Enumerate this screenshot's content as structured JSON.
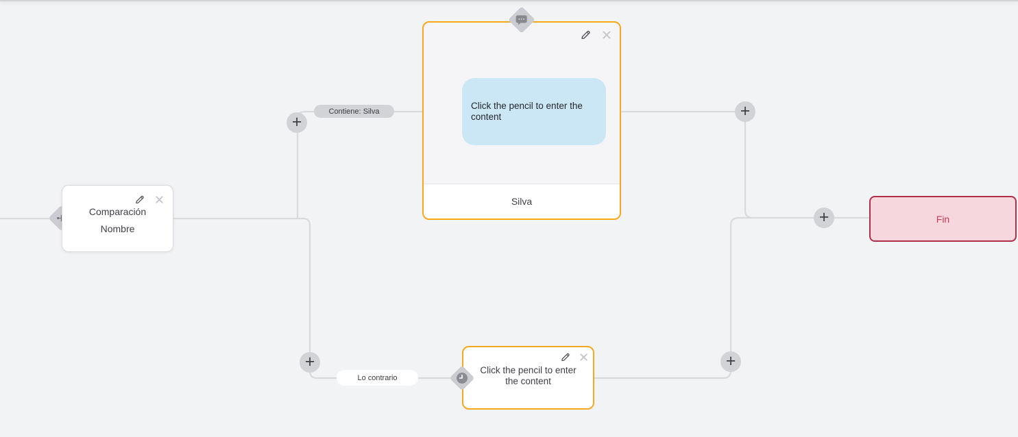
{
  "ui": {
    "plus_label": "+"
  },
  "colors": {
    "canvas_bg": "#F2F3F5",
    "connector": "#D9DADE",
    "node_accent_orange": "#F6A61F",
    "end_border": "#AF2E48",
    "end_bg": "#F5D7DD",
    "end_text": "#C63A55",
    "bubble_bg": "#CBE7F6",
    "pill_gray_bg": "#D2D3D7"
  },
  "icons": {
    "comparison_port": "sitemap-icon",
    "message_port": "chat-bubble-icon",
    "else_port": "clock-icon",
    "edit": "pencil-icon",
    "delete": "close-icon",
    "add": "plus-icon"
  },
  "nodes": {
    "comparison": {
      "title_line1": "Comparación",
      "title_line2": "Nombre"
    },
    "message": {
      "bubble_line1": "Click the pencil to enter the",
      "bubble_line2": "content",
      "footer_label": "Silva"
    },
    "branch_else": {
      "line1": "Click the pencil to enter",
      "line2": "the content"
    },
    "end": {
      "label": "Fin"
    }
  },
  "edges": {
    "contains_label": "Contiene: Silva",
    "otherwise_label": "Lo contrario"
  }
}
